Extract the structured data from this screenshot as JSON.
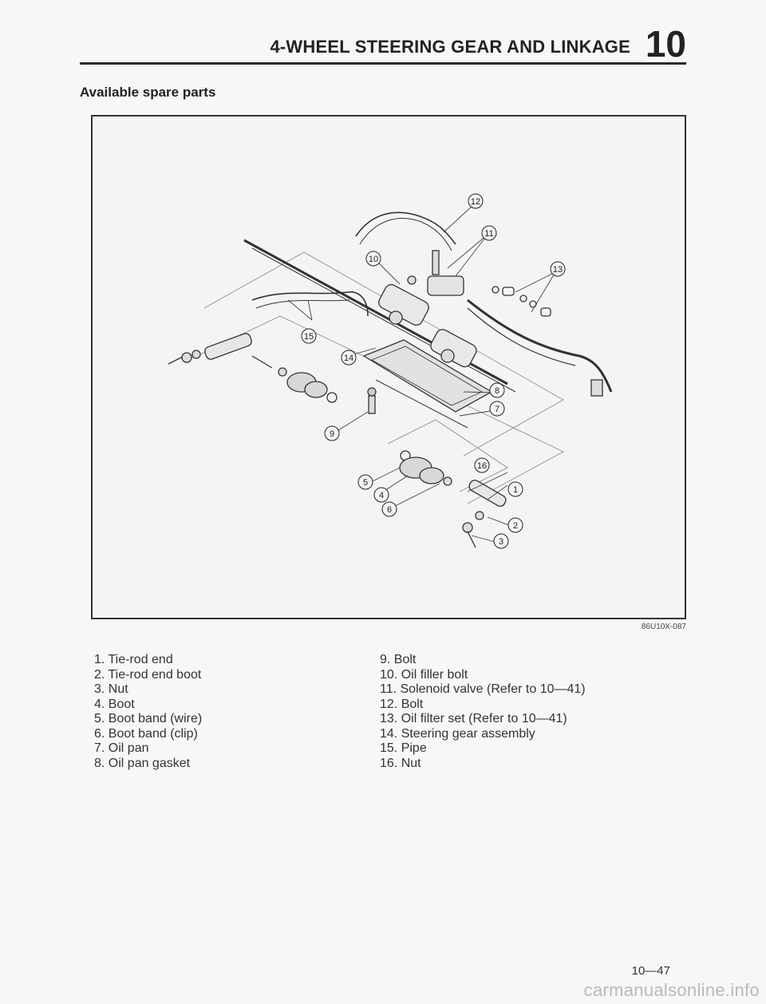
{
  "header": {
    "title": "4-WHEEL STEERING GEAR AND LINKAGE",
    "chapter": "10"
  },
  "subtitle": "Available spare parts",
  "figure": {
    "code": "86U10X-087",
    "callouts": [
      "1",
      "2",
      "3",
      "4",
      "5",
      "6",
      "7",
      "8",
      "9",
      "10",
      "11",
      "12",
      "13",
      "14",
      "15",
      "16"
    ]
  },
  "legend": {
    "left": [
      "1. Tie-rod end",
      "2. Tie-rod end boot",
      "3. Nut",
      "4. Boot",
      "5. Boot band (wire)",
      "6. Boot band (clip)",
      "7. Oil pan",
      "8. Oil pan gasket"
    ],
    "right": [
      "9. Bolt",
      "10. Oil filler bolt",
      "11. Solenoid valve (Refer to 10—41)",
      "12. Bolt",
      "13. Oil filter set (Refer to 10—41)",
      "14. Steering gear assembly",
      "15. Pipe",
      "16. Nut"
    ]
  },
  "page_number": "10—47",
  "watermark": "carmanualsonline.info"
}
